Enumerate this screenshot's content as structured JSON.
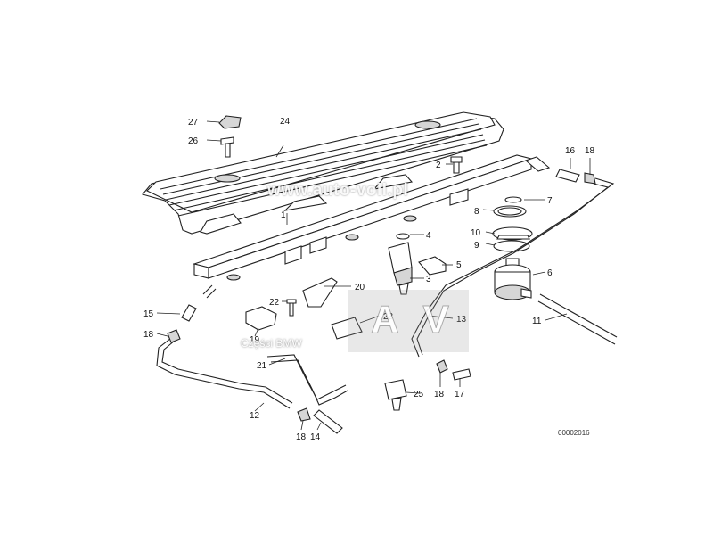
{
  "diagram": {
    "parts": [
      {
        "key": "p1",
        "label": "1"
      },
      {
        "key": "p2",
        "label": "2"
      },
      {
        "key": "p3",
        "label": "3"
      },
      {
        "key": "p4",
        "label": "4"
      },
      {
        "key": "p5",
        "label": "5"
      },
      {
        "key": "p6",
        "label": "6"
      },
      {
        "key": "p7",
        "label": "7"
      },
      {
        "key": "p8",
        "label": "8"
      },
      {
        "key": "p9",
        "label": "9"
      },
      {
        "key": "p10",
        "label": "10"
      },
      {
        "key": "p11",
        "label": "11"
      },
      {
        "key": "p12",
        "label": "12"
      },
      {
        "key": "p13",
        "label": "13"
      },
      {
        "key": "p14",
        "label": "14"
      },
      {
        "key": "p15",
        "label": "15"
      },
      {
        "key": "p16",
        "label": "16"
      },
      {
        "key": "p17",
        "label": "17"
      },
      {
        "key": "p18a",
        "label": "18"
      },
      {
        "key": "p18b",
        "label": "18"
      },
      {
        "key": "p18c",
        "label": "18"
      },
      {
        "key": "p18d",
        "label": "18"
      },
      {
        "key": "p19",
        "label": "19"
      },
      {
        "key": "p20",
        "label": "20"
      },
      {
        "key": "p21",
        "label": "21"
      },
      {
        "key": "p22",
        "label": "22"
      },
      {
        "key": "p23",
        "label": "23"
      },
      {
        "key": "p24",
        "label": "24"
      },
      {
        "key": "p25",
        "label": "25"
      },
      {
        "key": "p26",
        "label": "26"
      },
      {
        "key": "p27",
        "label": "27"
      }
    ],
    "drawing_code": "00002016"
  },
  "watermark": {
    "text": "www.auto-voll.pl",
    "logo_letters": "AV",
    "logo_caption": "Części BMW"
  }
}
